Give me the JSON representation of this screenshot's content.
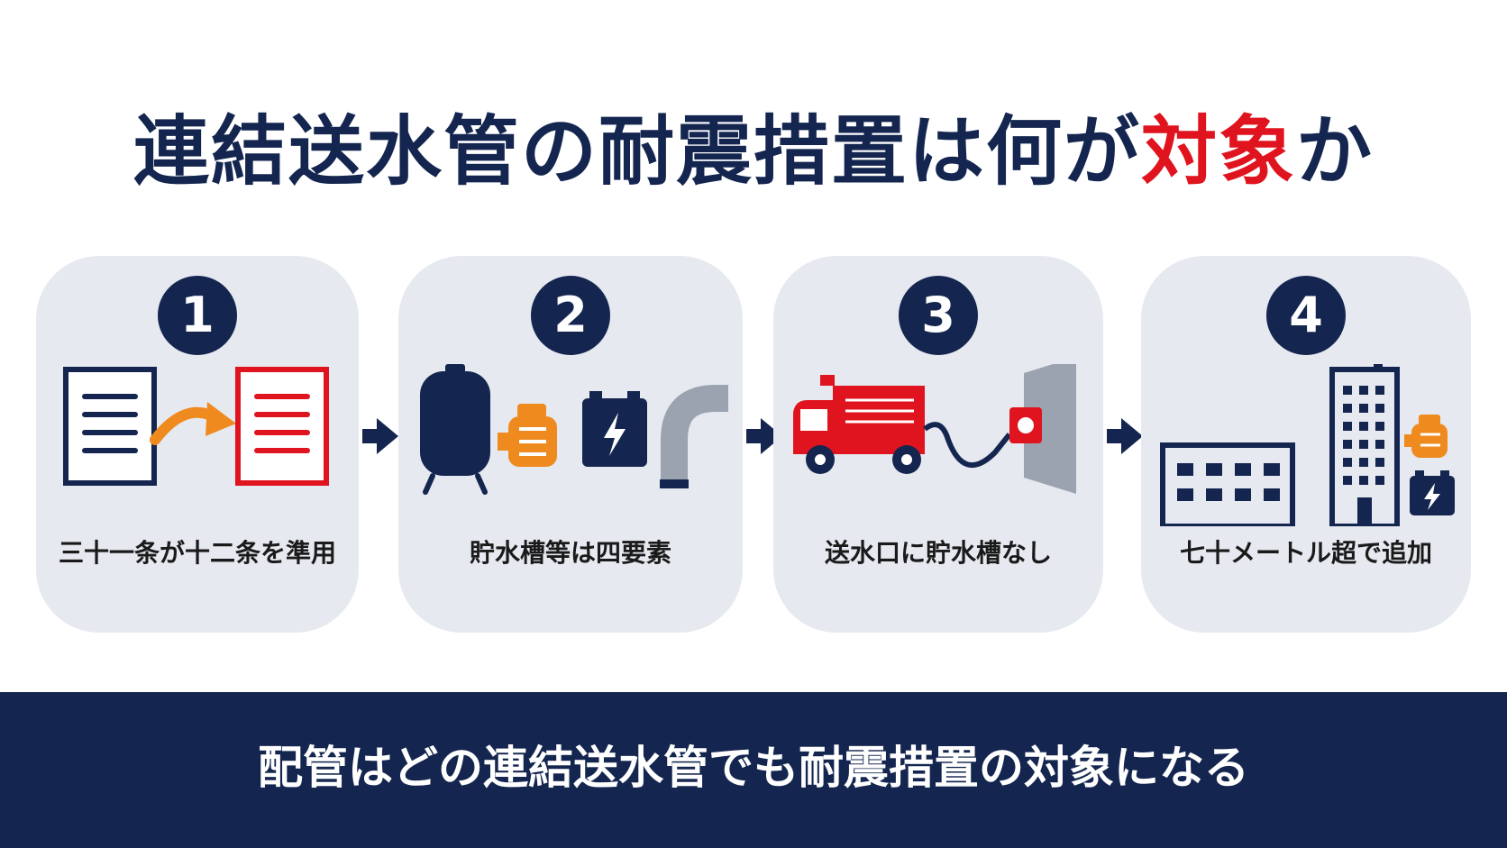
{
  "title": {
    "part1": "連結送水管の耐震措置は何が",
    "accent": "対象",
    "part2": "か"
  },
  "steps": [
    {
      "number": "1",
      "caption": "三十一条が十二条を準用"
    },
    {
      "number": "2",
      "caption": "貯水槽等は四要素"
    },
    {
      "number": "3",
      "caption": "送水口に貯水槽なし"
    },
    {
      "number": "4",
      "caption": "七十メートル超で追加"
    }
  ],
  "banner": "配管はどの連結送水管でも耐震措置の対象になる",
  "colors": {
    "navy": "#14264f",
    "red": "#e0141e",
    "orange": "#ef8a1e",
    "card": "#e6e9ef"
  }
}
